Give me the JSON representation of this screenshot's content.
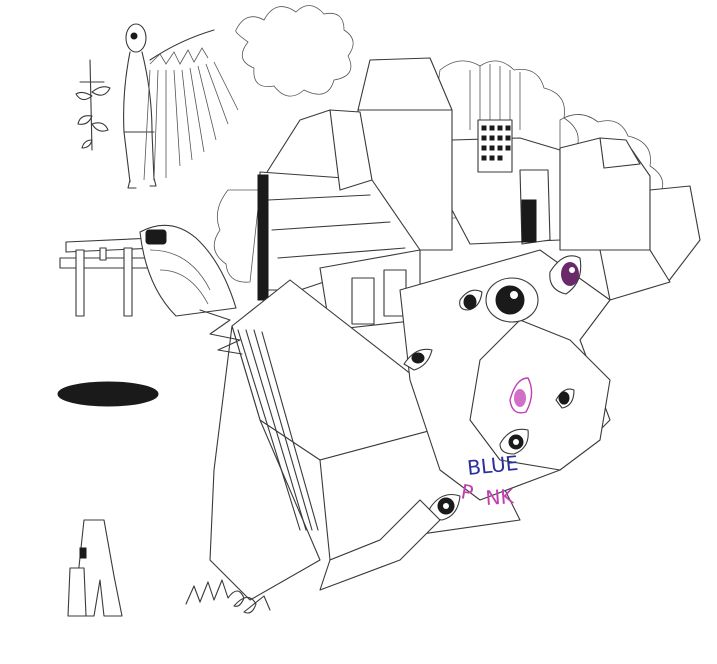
{
  "artwork": {
    "text_marks": [
      {
        "text": "BLUE",
        "color": "#2a2f9a"
      },
      {
        "text": "P",
        "color": "#c040b0"
      },
      {
        "text": "NK",
        "color": "#c040b0"
      }
    ],
    "palette": {
      "line": "#3a3a3a",
      "blue_ink": "#2a2f9a",
      "pink_ink": "#c040b0",
      "paper": "#ffffff"
    }
  }
}
